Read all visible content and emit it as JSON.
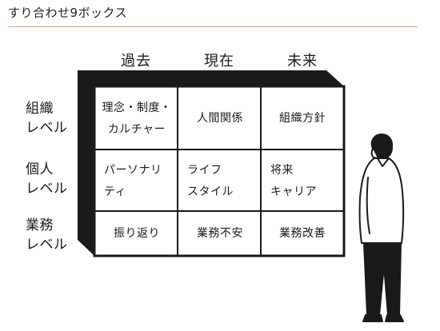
{
  "title": "すり合わせ9ボックス",
  "columns": [
    "過去",
    "現在",
    "未来"
  ],
  "rows": [
    {
      "label": "組織\nレベル",
      "cells": [
        "理念・制度・\nカルチャー",
        "人間関係",
        "組織方針"
      ]
    },
    {
      "label": "個人\nレベル",
      "cells": [
        "パーソナリ\nティ",
        "ライフ\nスタイル",
        "将来\nキャリア"
      ]
    },
    {
      "label": "業務\nレベル",
      "cells": [
        "振り返り",
        "業務不安",
        "業務改善"
      ]
    }
  ],
  "colors": {
    "ink": "#1a1a1a",
    "rule": "#d9a47a",
    "background": "#ffffff"
  }
}
